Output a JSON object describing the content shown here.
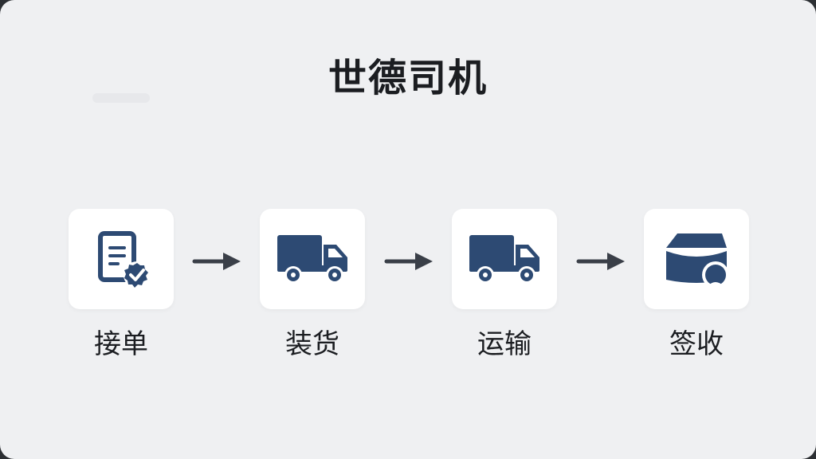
{
  "title": "世德司机",
  "steps": [
    {
      "label": "接单",
      "icon": "order-document-check-icon"
    },
    {
      "label": "装货",
      "icon": "truck-icon"
    },
    {
      "label": "运输",
      "icon": "truck-icon"
    },
    {
      "label": "签收",
      "icon": "package-receipt-icon"
    }
  ],
  "colors": {
    "background": "#eff0f2",
    "icon": "#2d4a73",
    "text": "#1b1d21",
    "arrow": "#3a3f48"
  }
}
